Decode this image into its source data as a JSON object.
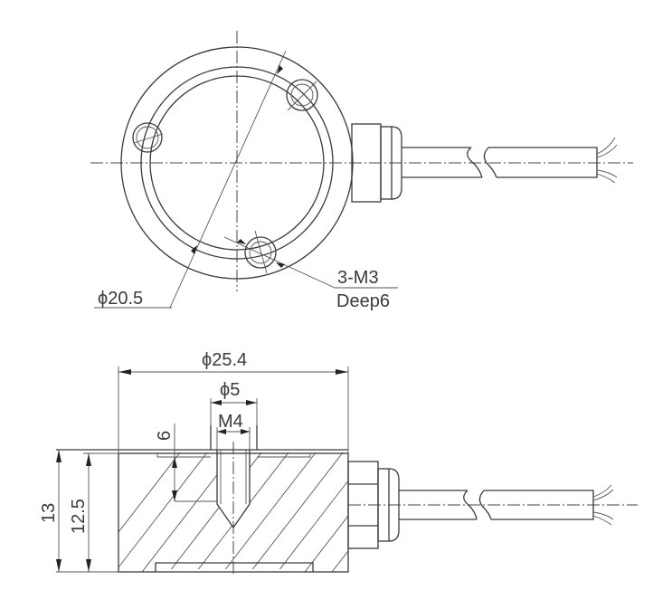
{
  "drawing": {
    "top_view": {
      "outer_diameter_label": "ϕ20.5",
      "hole_label": "3-M3",
      "hole_depth_label": "Deep6"
    },
    "side_view": {
      "outer_diameter_label": "ϕ25.4",
      "boss_diameter_label": "ϕ5",
      "thread_label": "M4",
      "thread_depth_label": "6",
      "total_height_label": "13",
      "body_height_label": "12.5"
    }
  }
}
